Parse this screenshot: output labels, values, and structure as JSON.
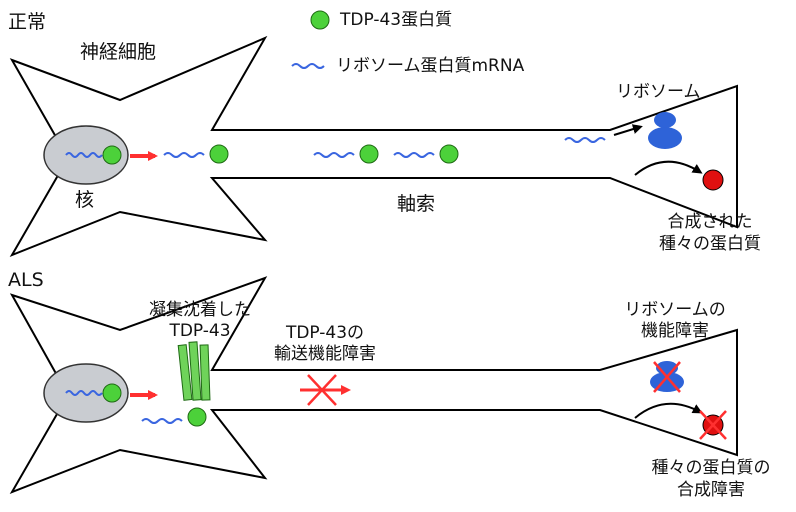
{
  "legend": {
    "protein_label": "TDP-43蛋白質",
    "mrna_label": "リボソーム蛋白質mRNA"
  },
  "normal": {
    "title": "正常",
    "neuron_label": "神経細胞",
    "nucleus_label": "核",
    "axon_label": "軸索",
    "ribosome_label": "リボソーム",
    "synth_line1": "合成された",
    "synth_line2": "種々の蛋白質"
  },
  "als": {
    "title": "ALS",
    "aggregate_line1": "凝集沈着した",
    "aggregate_line2": "TDP-43",
    "transport_line1": "TDP-43の",
    "transport_line2": "輸送機能障害",
    "ribosome_line1": "リボソームの",
    "ribosome_line2": "機能障害",
    "synth_line1": "種々の蛋白質の",
    "synth_line2": "合成障害"
  },
  "colors": {
    "protein_green": "#4cd13a",
    "mrna_blue": "#3a66e0",
    "arrow_red": "#ff3030",
    "ribosome_blue": "#2e63d8",
    "product_red": "#e01010",
    "nucleus_gray": "#c9ccd1",
    "aggregate_green": "#6fd35a"
  }
}
